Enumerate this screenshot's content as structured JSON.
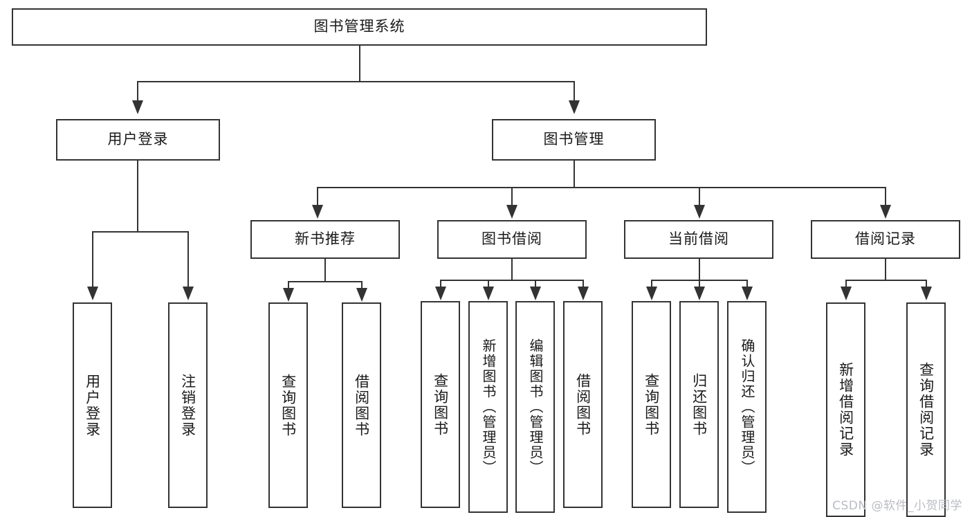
{
  "diagram": {
    "title": "图书管理系统",
    "type": "tree",
    "orientation": "top-down",
    "root": {
      "label": "图书管理系统"
    },
    "level2": [
      {
        "label": "用户登录"
      },
      {
        "label": "图书管理"
      }
    ],
    "level3": [
      {
        "label": "新书推荐"
      },
      {
        "label": "图书借阅"
      },
      {
        "label": "当前借阅"
      },
      {
        "label": "借阅记录"
      }
    ],
    "leaves": {
      "user_login": [
        {
          "label": "用户登录"
        },
        {
          "label": "注销登录"
        }
      ],
      "new_book_recommend": [
        {
          "label": "查询图书"
        },
        {
          "label": "借阅图书"
        }
      ],
      "book_borrow": [
        {
          "label": "查询图书"
        },
        {
          "label": "新增图书（管理员）"
        },
        {
          "label": "编辑图书（管理员）"
        },
        {
          "label": "借阅图书"
        }
      ],
      "current_borrow": [
        {
          "label": "查询图书"
        },
        {
          "label": "归还图书"
        },
        {
          "label": "确认归还（管理员）"
        }
      ],
      "borrow_record": [
        {
          "label": "新增借阅记录"
        },
        {
          "label": "查询借阅记录"
        }
      ]
    }
  },
  "watermark": {
    "text": "CSDN @软件_小贺同学"
  },
  "colors": {
    "stroke": "#333333",
    "background": "#ffffff",
    "text": "#1a1a1a",
    "watermark": "#b9bcc2"
  }
}
